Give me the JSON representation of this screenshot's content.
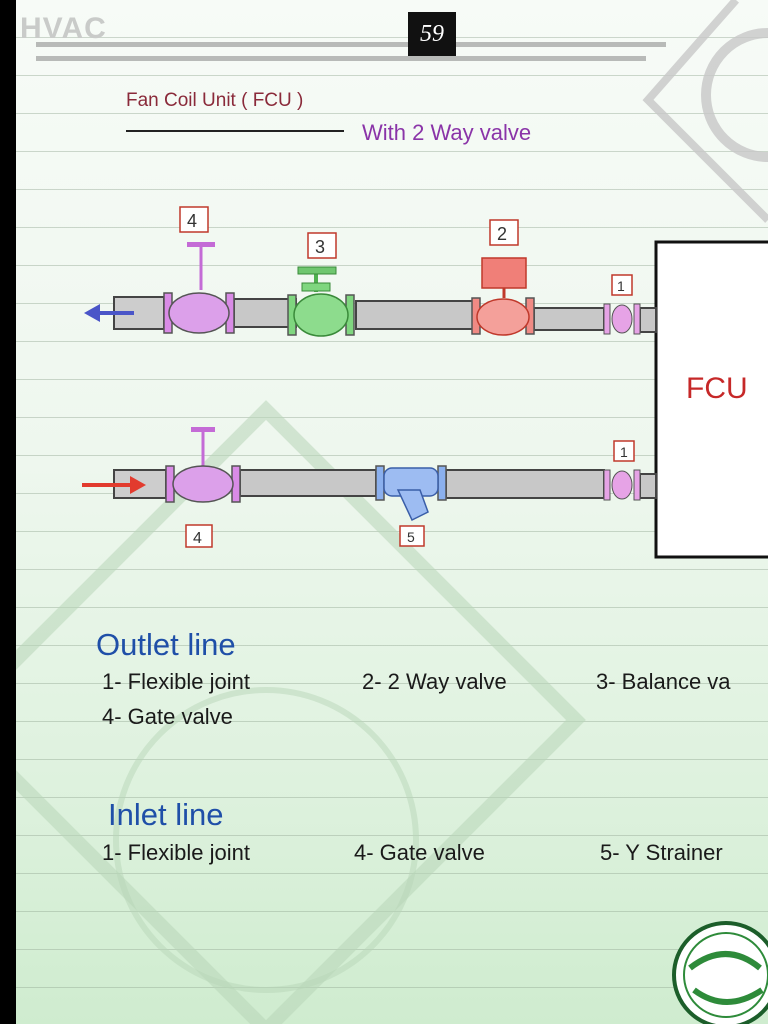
{
  "header": {
    "brand": "HVAC",
    "page_number": "59"
  },
  "title": "Fan Coil Unit ( FCU )",
  "subtitle": "With 2 Way valve",
  "diagram": {
    "unit_label": "FCU",
    "outlet_tags": [
      "4",
      "3",
      "2",
      "1"
    ],
    "inlet_tags": [
      "1",
      "4",
      "5"
    ],
    "colors": {
      "outlet_arrow": "#4a55c8",
      "inlet_arrow": "#e23b2e",
      "gate_valve": "#dc9be8",
      "balance_valve": "#7fd67f",
      "two_way_valve": "#f08a84",
      "strainer": "#8bb0ee",
      "flexible_joint": "#e6a3e6",
      "pipe": "#c8c8c8"
    }
  },
  "outlet": {
    "heading": "Outlet line",
    "items": [
      "1- Flexible joint",
      "2- 2 Way valve",
      "3- Balance va",
      "4- Gate valve"
    ]
  },
  "inlet": {
    "heading": "Inlet line",
    "items": [
      "1- Flexible joint",
      "4- Gate valve",
      "5- Y Strainer"
    ]
  }
}
